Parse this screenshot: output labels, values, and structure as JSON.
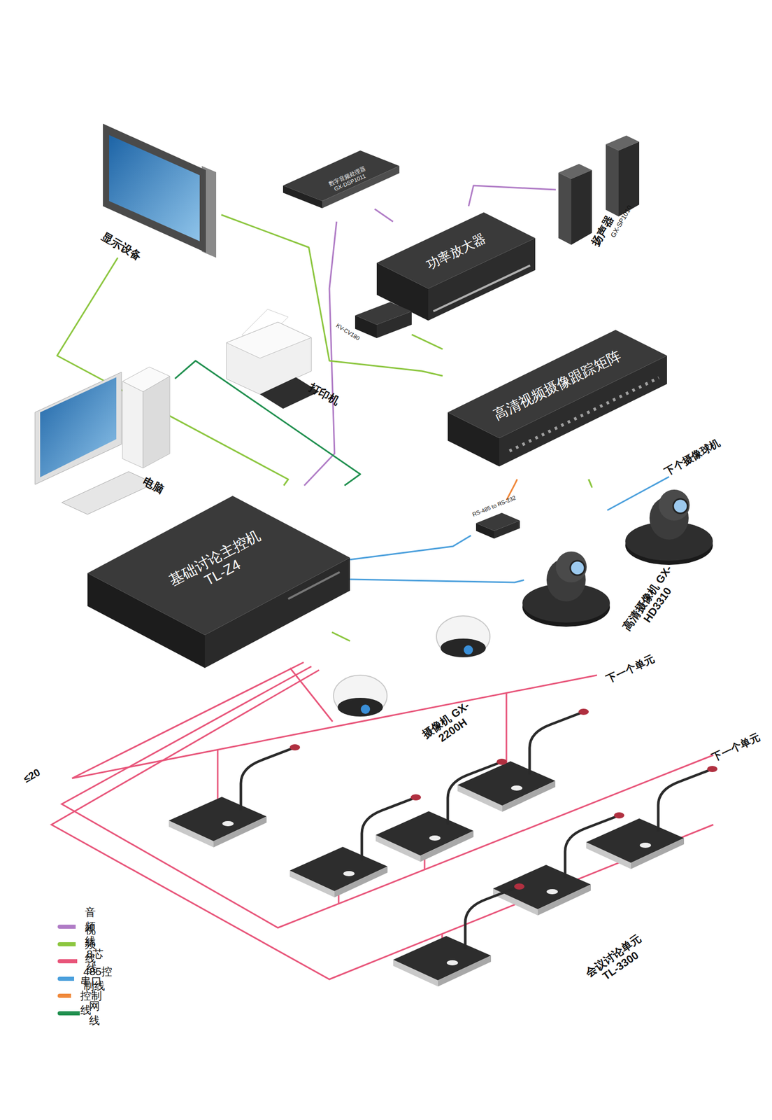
{
  "diagram": {
    "nodes": [
      {
        "text": [
          "显示设备"
        ]
      },
      {
        "text": [
          "数字音频处理器 GX-DSP1011"
        ]
      },
      {
        "text": [
          "扬声器",
          "GX-SP1010"
        ]
      },
      {
        "text": [
          "功率放大器"
        ]
      },
      {
        "text": [
          "KV-CV180"
        ]
      },
      {
        "text": [
          "打印机"
        ]
      },
      {
        "text": [
          "电脑"
        ]
      },
      {
        "text": [
          "高清视频摄像跟踪矩阵"
        ]
      },
      {
        "text": [
          "RS-485 to RS-232"
        ]
      },
      {
        "text": [
          "基础讨论主控机 TL-Z4"
        ]
      },
      {
        "text": [
          "高清摄像机 GX-HD3310"
        ]
      },
      {
        "text": [
          "摄像机 GX-2200H"
        ]
      },
      {
        "text": [
          "会议讨论单元 TL-3300"
        ]
      }
    ],
    "edges": [
      {
        "from": 0,
        "to": 9,
        "arrow": "none"
      },
      {
        "from": 1,
        "to": 3,
        "arrow": "none"
      },
      {
        "from": 3,
        "to": 2,
        "arrow": "none"
      },
      {
        "from": 1,
        "to": 9,
        "arrow": "none"
      },
      {
        "from": 3,
        "to": 4,
        "arrow": "none"
      },
      {
        "from": 4,
        "to": 7,
        "arrow": "none"
      },
      {
        "from": 6,
        "to": 9,
        "arrow": "none"
      },
      {
        "from": 7,
        "to": 8,
        "arrow": "none"
      },
      {
        "from": 8,
        "to": 9,
        "arrow": "none"
      },
      {
        "from": 7,
        "to": 10,
        "arrow": "none"
      },
      {
        "from": 10,
        "to": 9,
        "arrow": "none"
      },
      {
        "from": 11,
        "to": 9,
        "arrow": "none"
      },
      {
        "from": 9,
        "to": 12,
        "arrow": "none"
      },
      {
        "from": 0,
        "to": 7,
        "arrow": "none"
      }
    ],
    "labels": [
      "下个摄像球机",
      "下一个单元",
      "下一个单元",
      "≤20"
    ],
    "legend": [
      {
        "text": "音频线",
        "color": "#b07cc6"
      },
      {
        "text": "视频线",
        "color": "#8cc63f"
      },
      {
        "text": "8芯线",
        "color": "#e8557a"
      },
      {
        "text": "485控制线",
        "color": "#4a9fdc"
      },
      {
        "text": "串口控制线",
        "color": "#f0883a"
      },
      {
        "text": "网线",
        "color": "#1f8f4e"
      }
    ]
  }
}
